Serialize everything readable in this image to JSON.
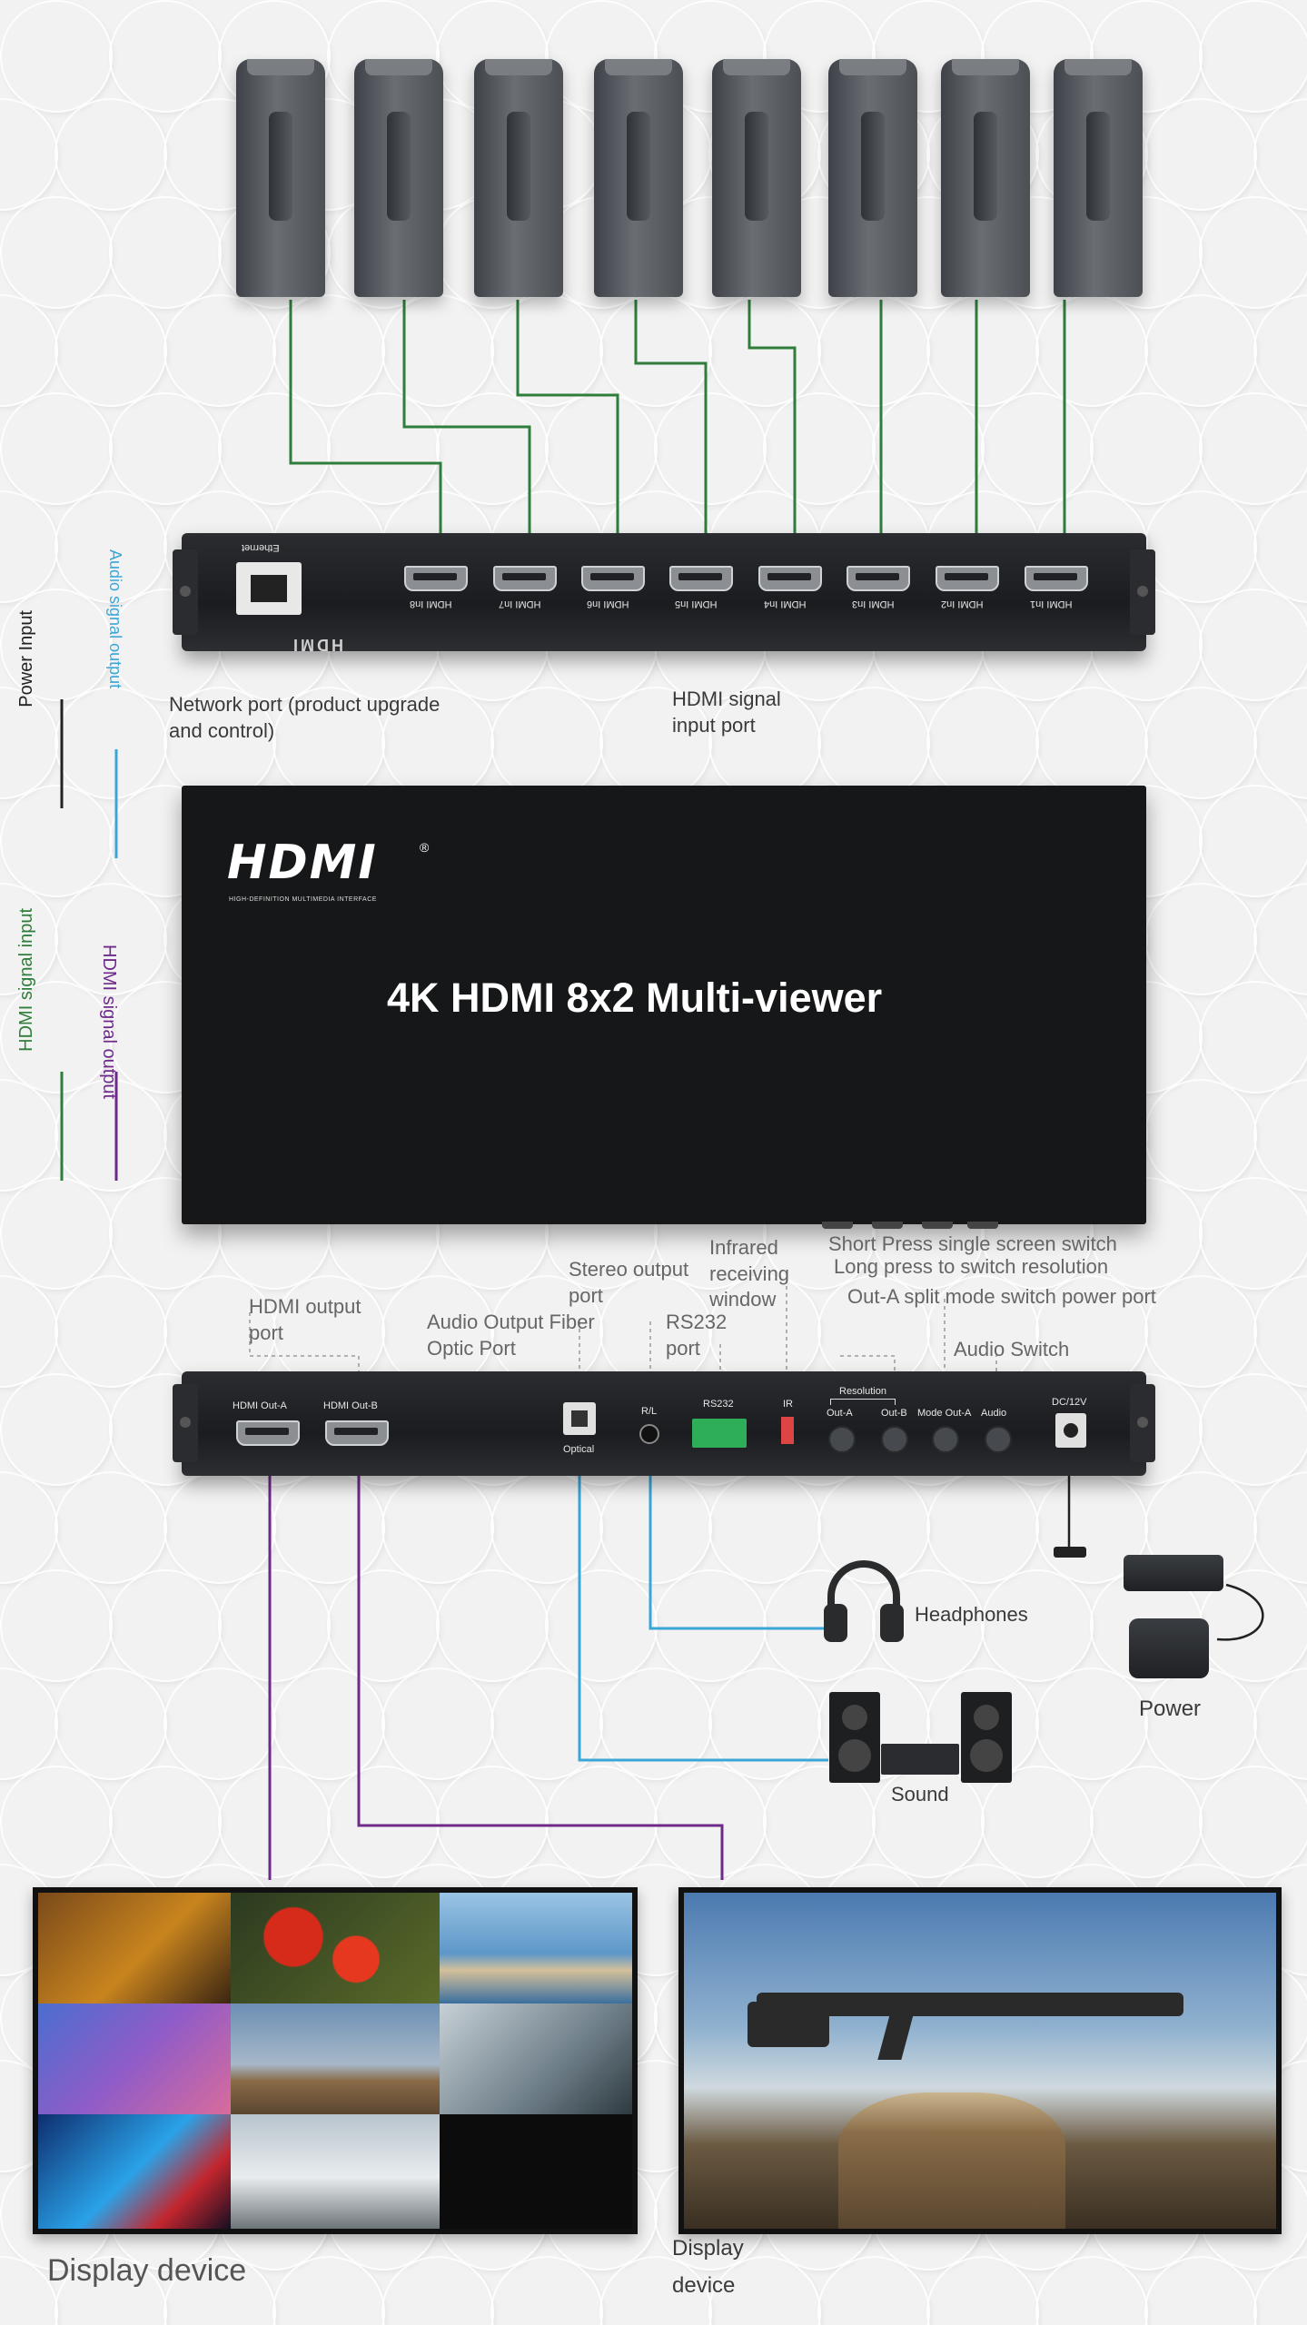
{
  "colors": {
    "hdmi_input_wire": "#2f7d3a",
    "hdmi_output_wire": "#6d2a8a",
    "audio_wire": "#3aa6d8",
    "power_wire": "#222222",
    "device_body": "#1b1c1f"
  },
  "input_panel": {
    "ethernet_label": "Ethernet",
    "ports": [
      "HDMI In8",
      "HDMI In7",
      "HDMI In6",
      "HDMI In5",
      "HDMI In4",
      "HDMI In3",
      "HDMI In2",
      "HDMI In1"
    ],
    "brand": "HDMI"
  },
  "captions": {
    "network_port": [
      "Network port (product upgrade",
      "and control)"
    ],
    "hdmi_signal_input_port": [
      "HDMI signal",
      "input port"
    ],
    "hdmi_output_port": [
      "HDMI output",
      "port"
    ],
    "audio_output_fiber": [
      "Audio Output Fiber",
      "Optic Port"
    ],
    "stereo_output": [
      "Stereo output",
      "port"
    ],
    "rs232_port": [
      "RS232",
      "port"
    ],
    "infrared": [
      "Infrared",
      "receiving",
      "window"
    ],
    "short_press": "Short Press single screen switch",
    "long_press": "Long press to switch resolution",
    "out_a_split": "Out-A split mode switch power port",
    "audio_switch": "Audio Switch"
  },
  "legend": {
    "power_input": "Power Input",
    "audio_signal_output": "Audio signal output",
    "hdmi_signal_input": "HDMI signal input",
    "hdmi_signal_output": "HDMI signal output"
  },
  "main_unit": {
    "logo": "HDMI",
    "logo_reg": "®",
    "logo_sub": "HIGH-DEFINITION MULTIMEDIA INTERFACE",
    "title": "4K HDMI 8x2 Multi-viewer"
  },
  "output_panel": {
    "out_a": "HDMI Out-A",
    "out_b": "HDMI Out-B",
    "optical": "Optical",
    "rl": "R/L",
    "rs232": "RS232",
    "ir": "IR",
    "resolution": "Resolution",
    "btn_out_a": "Out-A",
    "btn_out_b": "Out-B",
    "btn_mode": "Mode Out-A",
    "btn_audio": "Audio",
    "dc": "DC/12V"
  },
  "peripherals": {
    "headphones": "Headphones",
    "sound": "Sound",
    "power": "Power"
  },
  "displays": {
    "left": "Display device",
    "right": [
      "Display",
      "device"
    ]
  }
}
